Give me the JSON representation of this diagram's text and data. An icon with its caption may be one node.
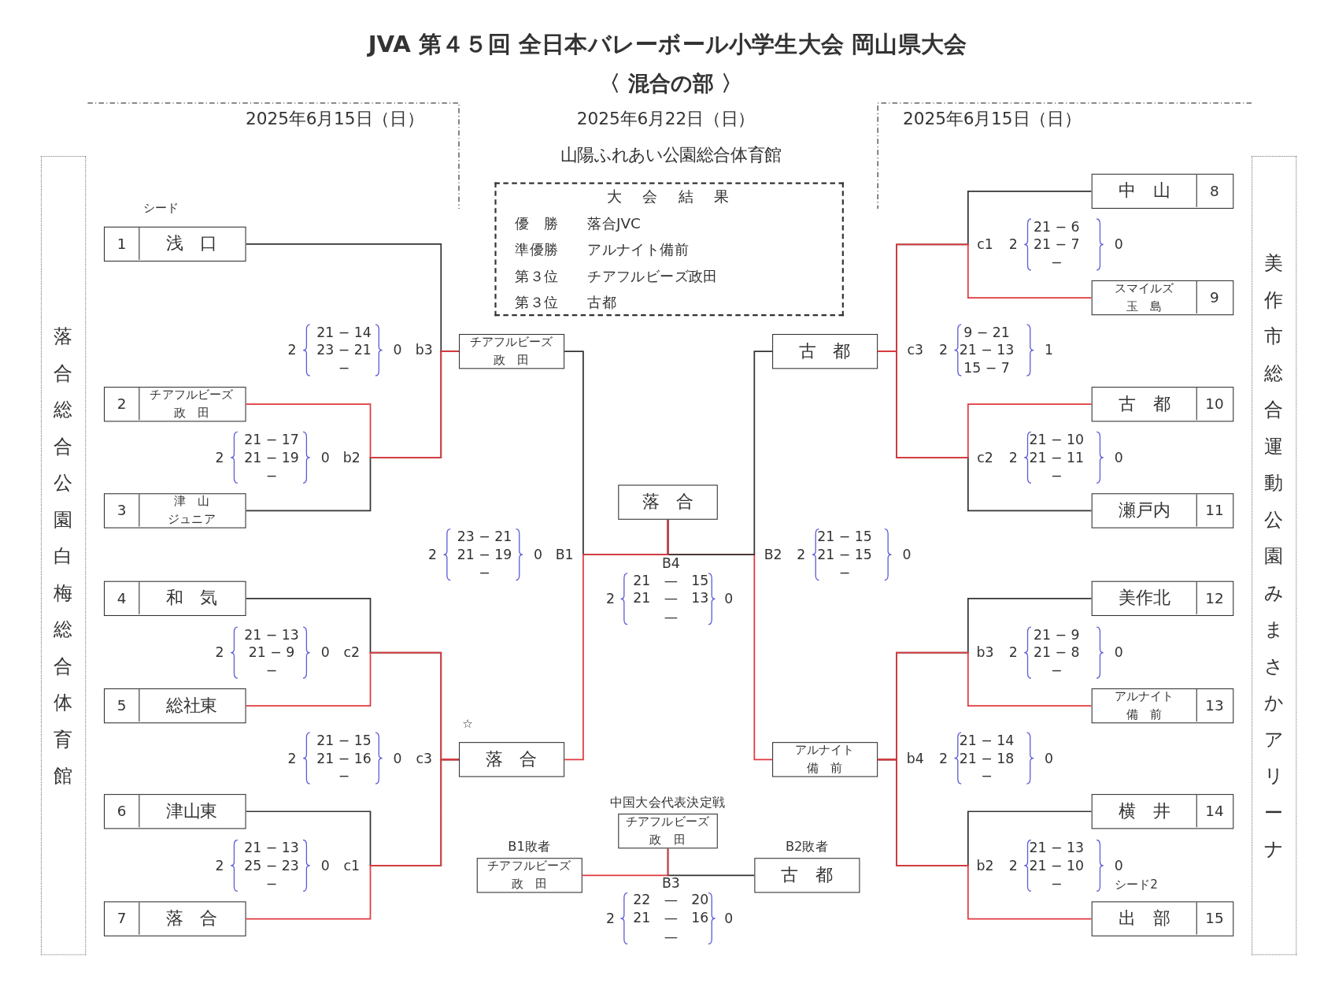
{
  "diagram": {
    "title": "JVA 第４５回 全日本バレーボール小学生大会 岡山県大会",
    "nodes": [
      {
        "text": [
          "落合総合公園白梅総合体育館"
        ]
      },
      {
        "text": [
          "大　会　結　果",
          "優　勝",
          "落合JVC",
          "準優勝",
          "アルナイト備前",
          "第３位",
          "チアフルビーズ政田",
          "第３位",
          "古都"
        ]
      },
      {
        "text": [
          "美作市総合運動公園みまさかアリーナ"
        ]
      },
      {
        "text": [
          "1",
          "浅　口"
        ],
        "beside": [
          "シード"
        ]
      },
      {
        "text": [
          "2",
          "チアフルビーズ",
          "政　田"
        ]
      },
      {
        "text": [
          "3",
          "津　山",
          "ジュニア"
        ]
      },
      {
        "text": [
          "4",
          "和　気"
        ]
      },
      {
        "text": [
          "5",
          "総社東"
        ]
      },
      {
        "text": [
          "6",
          "津山東"
        ]
      },
      {
        "text": [
          "7",
          "落　合"
        ]
      },
      {
        "text": [
          "中　山",
          "8"
        ]
      },
      {
        "text": [
          "スマイルズ",
          "玉　島",
          "9"
        ]
      },
      {
        "text": [
          "古　都",
          "10"
        ]
      },
      {
        "text": [
          "瀬戸内",
          "11"
        ]
      },
      {
        "text": [
          "美作北",
          "12"
        ]
      },
      {
        "text": [
          "アルナイト",
          "備　前",
          "13"
        ]
      },
      {
        "text": [
          "横　井",
          "14"
        ]
      },
      {
        "text": [
          "出　部",
          "15"
        ],
        "beside": [
          "シード2"
        ]
      },
      {
        "text": [
          "チアフルビーズ",
          "政　田"
        ]
      },
      {
        "text": [
          "落　合"
        ],
        "beside": [
          "☆"
        ]
      },
      {
        "text": [
          "古　都"
        ]
      },
      {
        "text": [
          "アルナイト",
          "備　前"
        ]
      },
      {
        "text": [
          "落　合"
        ]
      },
      {
        "text": [
          "中国大会代表決定戦",
          "チアフルビーズ",
          "政　田"
        ]
      },
      {
        "text": [
          "B1敗者",
          "チアフルビーズ",
          "政　田"
        ]
      },
      {
        "text": [
          "B2敗者",
          "古　都"
        ]
      }
    ],
    "edges": [
      {
        "from": 3,
        "to": 18,
        "arrow": "none"
      },
      {
        "from": 4,
        "to": 18,
        "arrow": "none",
        "color": "#e0393e"
      },
      {
        "from": 5,
        "to": 18,
        "arrow": "none"
      },
      {
        "from": 6,
        "to": 19,
        "arrow": "none"
      },
      {
        "from": 7,
        "to": 19,
        "arrow": "none",
        "color": "#e0393e"
      },
      {
        "from": 8,
        "to": 19,
        "arrow": "none"
      },
      {
        "from": 9,
        "to": 19,
        "arrow": "none",
        "color": "#e0393e"
      },
      {
        "from": 10,
        "to": 20,
        "arrow": "none"
      },
      {
        "from": 11,
        "to": 20,
        "arrow": "none",
        "color": "#e0393e"
      },
      {
        "from": 12,
        "to": 20,
        "arrow": "none",
        "color": "#e0393e"
      },
      {
        "from": 13,
        "to": 20,
        "arrow": "none"
      },
      {
        "from": 14,
        "to": 21,
        "arrow": "none"
      },
      {
        "from": 15,
        "to": 21,
        "arrow": "none",
        "color": "#e0393e"
      },
      {
        "from": 16,
        "to": 21,
        "arrow": "none"
      },
      {
        "from": 17,
        "to": 21,
        "arrow": "none",
        "color": "#e0393e"
      },
      {
        "from": 18,
        "to": 22,
        "arrow": "none"
      },
      {
        "from": 19,
        "to": 22,
        "arrow": "none",
        "color": "#e0393e"
      },
      {
        "from": 20,
        "to": 22,
        "arrow": "none"
      },
      {
        "from": 21,
        "to": 22,
        "arrow": "none",
        "color": "#e0393e"
      },
      {
        "from": 24,
        "to": 23,
        "arrow": "none",
        "color": "#e0393e"
      },
      {
        "from": 25,
        "to": 23,
        "arrow": "none"
      }
    ],
    "labels": [
      "〈 混合の部 〉",
      "2025年6月15日（日）",
      "2025年6月22日（日）",
      "2025年6月15日（日）",
      "山陽ふれあい公園総合体育館",
      "c1",
      "2",
      "21 − 6",
      "21 − 7",
      "−",
      "0",
      "2",
      "21 − 14",
      "23 − 21",
      "−",
      "0",
      "b3",
      "c3",
      "2",
      "9 − 21",
      "21 − 13",
      "15 − 7",
      "1",
      "2",
      "21 − 17",
      "21 − 19",
      "−",
      "0",
      "b2",
      "c2",
      "2",
      "21 − 10",
      "21 − 11",
      "−",
      "0",
      "2",
      "23 − 21",
      "21 − 19",
      "−",
      "0",
      "B1",
      "B4",
      "2",
      "21　—　15",
      "21　—　13",
      "—",
      "0",
      "B2",
      "2",
      "21 − 15",
      "21 − 15",
      "−",
      "0",
      "2",
      "21 − 13",
      "21 − 9",
      "−",
      "0",
      "c2",
      "b3",
      "2",
      "21 − 9",
      "21 − 8",
      "−",
      "0",
      "2",
      "21 − 15",
      "21 − 16",
      "−",
      "0",
      "c3",
      "b4",
      "2",
      "21 − 14",
      "21 − 18",
      "−",
      "0",
      "2",
      "21 − 13",
      "25 − 23",
      "−",
      "0",
      "c1",
      "b2",
      "2",
      "21 − 13",
      "21 − 10",
      "−",
      "0",
      "B3",
      "2",
      "22　—　20",
      "21　—　16",
      "—",
      "0"
    ]
  }
}
